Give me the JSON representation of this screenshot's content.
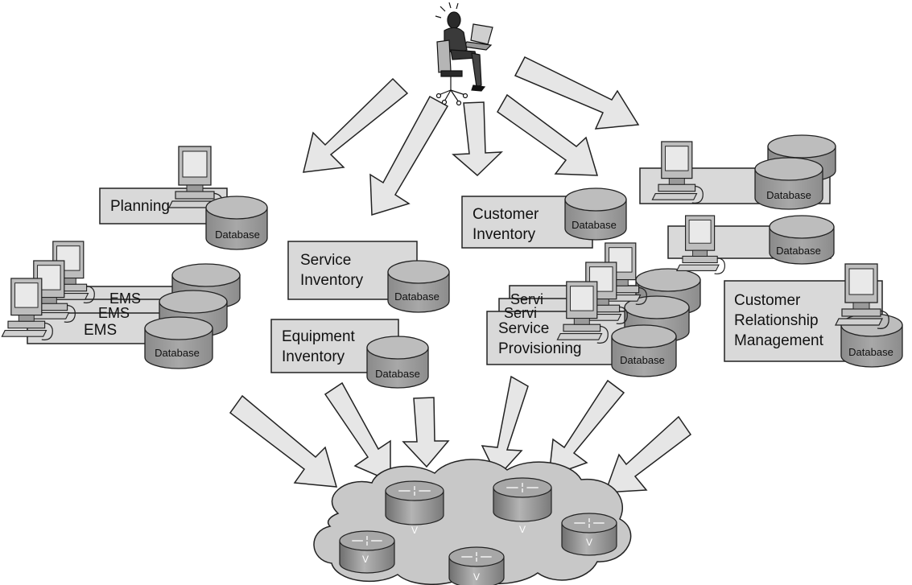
{
  "labels": {
    "planning": "Planning",
    "service_inventory": [
      "Service",
      "Inventory"
    ],
    "customer_inventory": [
      "Customer",
      "Inventory"
    ],
    "equipment_inventory": [
      "Equipment",
      "Inventory"
    ],
    "service_provisioning": [
      "Service",
      "Provisioning"
    ],
    "crm": [
      "Customer",
      "Relationship",
      "Management"
    ],
    "ems": "EMS",
    "ems_back": [
      "EMS",
      "EMS"
    ],
    "service_back": [
      "Servi",
      "Servi"
    ],
    "database": "Database",
    "router_mark": "V"
  },
  "colors": {
    "box_fill": "#d9d9d9",
    "arrow_fill": "#e6e6e6",
    "cloud_fill": "#c8c8c8",
    "db_fill": "#999999",
    "db_top": "#bdbdbd",
    "router_fill": "#8f8f8f",
    "outline": "#222222"
  },
  "icons": [
    "operator-icon",
    "computer-icon",
    "database-icon",
    "router-icon",
    "network-cloud-icon",
    "arrow-icon"
  ]
}
